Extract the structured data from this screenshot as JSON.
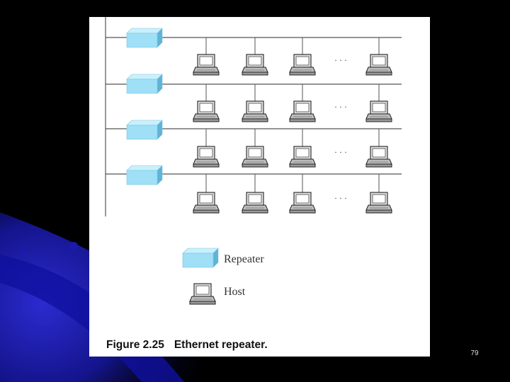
{
  "slide": {
    "number": "79",
    "colors": {
      "background": "#000000",
      "accent_blue": "#1a1aa8",
      "panel": "#ffffff",
      "repeater": "#9fe0f7"
    }
  },
  "diagram": {
    "ellipsis": "· · ·",
    "icons": {
      "repeater": "repeater-icon",
      "host": "host-computer-icon"
    }
  },
  "legend": {
    "repeater_label": "Repeater",
    "host_label": "Host"
  },
  "caption": {
    "figure_number": "Figure 2.25",
    "title": "Ethernet repeater."
  }
}
